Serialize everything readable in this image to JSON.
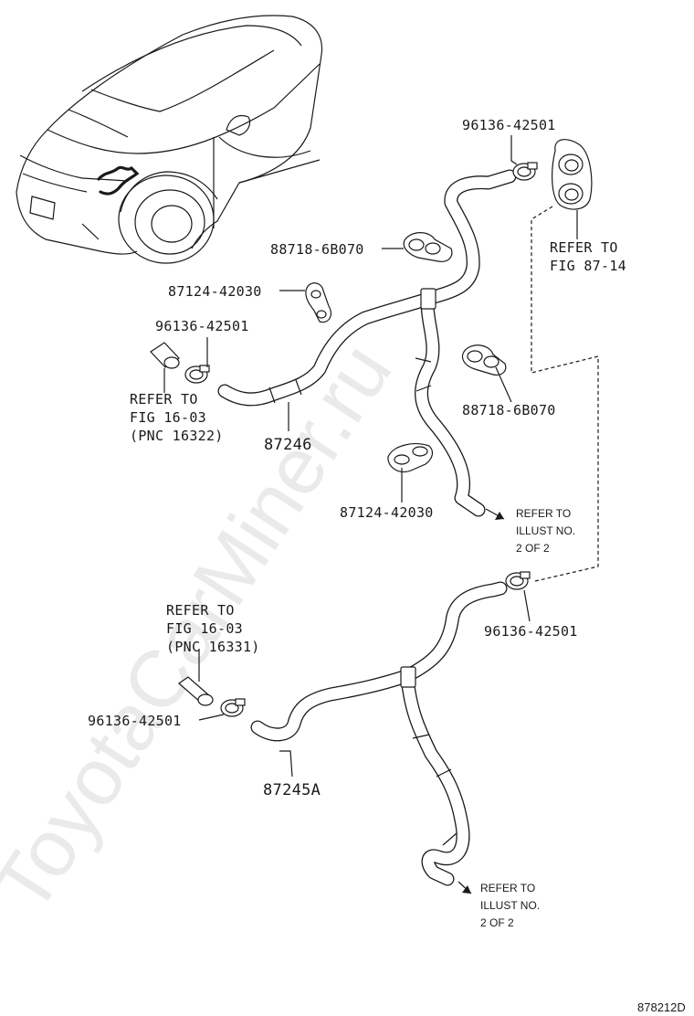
{
  "diagram": {
    "labels": {
      "clamp_top_right": "96136-42501",
      "refer_fig_87_14_line1": "REFER TO",
      "refer_fig_87_14_line2": "FIG 87-14",
      "clamp_88718_upper": "88718-6B070",
      "clip_87124_upper": "87124-42030",
      "clamp_left_upper": "96136-42501",
      "refer_fig_16_03_upper_line1": "REFER TO",
      "refer_fig_16_03_upper_line2": "FIG 16-03",
      "refer_fig_16_03_upper_line3": "(PNC 16322)",
      "hose_upper": "87246",
      "clamp_88718_lower": "88718-6B070",
      "clip_87124_lower": "87124-42030",
      "illust_ref_upper_line1": "REFER TO",
      "illust_ref_upper_line2": "ILLUST NO.",
      "illust_ref_upper_line3": "2 OF 2",
      "clamp_right_lower": "96136-42501",
      "refer_fig_16_03_lower_line1": "REFER TO",
      "refer_fig_16_03_lower_line2": "FIG 16-03",
      "refer_fig_16_03_lower_line3": "(PNC 16331)",
      "clamp_left_lower": "96136-42501",
      "hose_lower": "87245A",
      "illust_ref_lower_line1": "REFER TO",
      "illust_ref_lower_line2": "ILLUST NO.",
      "illust_ref_lower_line3": "2 OF 2",
      "figure_code": "878212D"
    },
    "watermark": "ToyotaCarMiner.ru"
  }
}
